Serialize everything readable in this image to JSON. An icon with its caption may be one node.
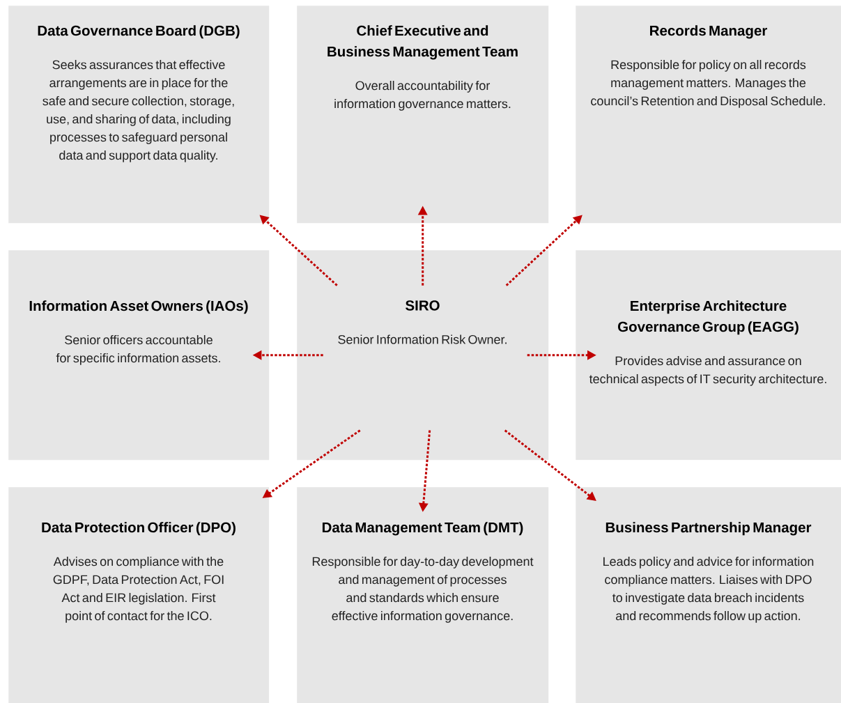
{
  "diagram": {
    "nodes": [
      {
        "text": [
          "Data Governance Board (DGB)",
          "Seeks assurances that effective arrangements are in place for the safe and secure collection, storage, use, and sharing of data, including processes to safeguard personal data and support data quality."
        ]
      },
      {
        "text": [
          "Chief Executive and Business Management Team",
          "Overall accountability for information governance matters."
        ]
      },
      {
        "text": [
          "Records Manager",
          "Responsible for policy on all records management matters. Manages the council’s Retention and Disposal Schedule."
        ]
      },
      {
        "text": [
          "Information Asset Owners (IAOs)",
          "Senior officers accountable for specific information assets."
        ]
      },
      {
        "text": [
          "SIRO",
          "Senior Information Risk Owner."
        ]
      },
      {
        "text": [
          "Enterprise Architecture Governance Group (EAGG)",
          "Provides advise and assurance on technical aspects of IT security architecture."
        ]
      },
      {
        "text": [
          "Data Protection Officer (DPO)",
          "Advises on compliance with the GDPF, Data Protection Act, FOI Act and EIR legislation.  First point of contact for the ICO."
        ]
      },
      {
        "text": [
          "Data Management Team (DMT)",
          "Responsible for day-to-day development and management of processes and standards which ensure effective information governance."
        ]
      },
      {
        "text": [
          "Business Partnership Manager",
          "Leads policy and advice for information compliance matters. Liaises with DPO to investigate data breach incidents and recommends follow up action."
        ]
      }
    ],
    "edges": [
      {
        "from": 4,
        "to": 0,
        "arrow": "to",
        "style": "dashed"
      },
      {
        "from": 4,
        "to": 1,
        "arrow": "to",
        "style": "dashed"
      },
      {
        "from": 4,
        "to": 2,
        "arrow": "to",
        "style": "dashed"
      },
      {
        "from": 4,
        "to": 3,
        "arrow": "to",
        "style": "dashed"
      },
      {
        "from": 4,
        "to": 5,
        "arrow": "to",
        "style": "dashed"
      },
      {
        "from": 4,
        "to": 6,
        "arrow": "to",
        "style": "dashed"
      },
      {
        "from": 4,
        "to": 7,
        "arrow": "to",
        "style": "dashed"
      },
      {
        "from": 4,
        "to": 8,
        "arrow": "to",
        "style": "dashed"
      }
    ]
  }
}
